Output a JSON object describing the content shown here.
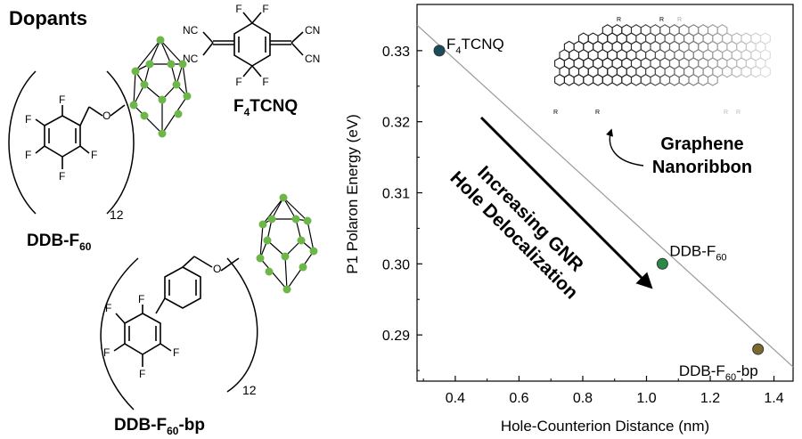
{
  "left_panel": {
    "heading": "Dopants",
    "f4tcnq_label": {
      "main": "F",
      "sub": "4",
      "rest": "TCNQ"
    },
    "ddbf60_label": {
      "main": "DDB-F",
      "sub": "60"
    },
    "ddbf60bp_label": {
      "main": "DDB-F",
      "sub": "60",
      "rest": "-bp"
    },
    "repeat_12_top": "12",
    "repeat_12_bottom": "12",
    "atom_F": "F",
    "atom_O": "O",
    "group_CN": "CN",
    "group_NC": "NC"
  },
  "chart_data": {
    "type": "scatter",
    "xlabel": "Hole-Counterion Distance (nm)",
    "ylabel": "P1 Polaron Energy (eV)",
    "xlim": [
      0.28,
      1.46
    ],
    "ylim": [
      0.2835,
      0.3365
    ],
    "xticks": [
      0.4,
      0.6,
      0.8,
      1.0,
      1.2,
      1.4
    ],
    "xtick_labels": [
      "0.4",
      "0.6",
      "0.8",
      "1.0",
      "1.2",
      "1.4"
    ],
    "yticks": [
      0.29,
      0.3,
      0.31,
      0.32,
      0.33
    ],
    "ytick_labels": [
      "0.29",
      "0.30",
      "0.31",
      "0.32",
      "0.33"
    ],
    "fit_line": {
      "x": [
        0.28,
        1.46
      ],
      "y": [
        0.3336,
        0.2855
      ]
    },
    "points": [
      {
        "x": 0.35,
        "y": 0.33,
        "label_main": "F",
        "label_sub": "4",
        "label_rest": "TCNQ",
        "color": "#1d4b5e"
      },
      {
        "x": 1.05,
        "y": 0.3,
        "label_main": "DDB-F",
        "label_sub": "60",
        "label_rest": "",
        "color": "#2a8a45"
      },
      {
        "x": 1.35,
        "y": 0.288,
        "label_main": "DDB-F",
        "label_sub": "60",
        "label_rest": "-bp",
        "color": "#7a6a2e"
      }
    ],
    "annotation": {
      "line1": "Increasing GNR",
      "line2": "Hole Delocalization"
    },
    "inset_label": {
      "line1": "Graphene",
      "line2": "Nanoribbon"
    },
    "inset_R": "R",
    "grid": false
  }
}
